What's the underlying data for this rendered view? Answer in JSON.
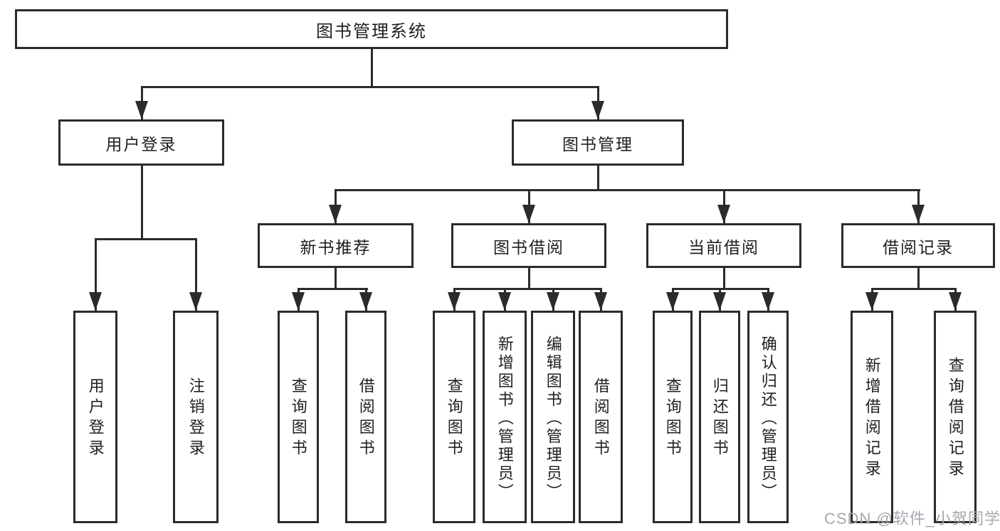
{
  "diagram": {
    "type": "hierarchy-tree",
    "line_color": "#2b2b2b",
    "watermark": {
      "text": "CSDN @软件_小贺同学",
      "color": "#a4a9af"
    },
    "nodes": {
      "root": {
        "label": "图书管理系统"
      },
      "user_login": {
        "label": "用户登录"
      },
      "book_mgmt": {
        "label": "图书管理"
      },
      "new_book_rec": {
        "label": "新书推荐"
      },
      "book_borrow": {
        "label": "图书借阅"
      },
      "current_borrow": {
        "label": "当前借阅"
      },
      "borrow_record": {
        "label": "借阅记录"
      },
      "leaf_user_login": {
        "label": "用户登录"
      },
      "leaf_logout": {
        "label": "注销登录"
      },
      "leaf_query_book_1": {
        "label": "查询图书"
      },
      "leaf_borrow_book_1": {
        "label": "借阅图书"
      },
      "leaf_query_book_2": {
        "label": "查询图书"
      },
      "leaf_add_book": {
        "label": "新增图书（管理员）"
      },
      "leaf_edit_book": {
        "label": "编辑图书（管理员）"
      },
      "leaf_borrow_book_2": {
        "label": "借阅图书"
      },
      "leaf_query_book_3": {
        "label": "查询图书"
      },
      "leaf_return_book": {
        "label": "归还图书"
      },
      "leaf_confirm_return": {
        "label": "确认归还（管理员）"
      },
      "leaf_add_record": {
        "label": "新增借阅记录"
      },
      "leaf_query_record": {
        "label": "查询借阅记录"
      }
    }
  }
}
